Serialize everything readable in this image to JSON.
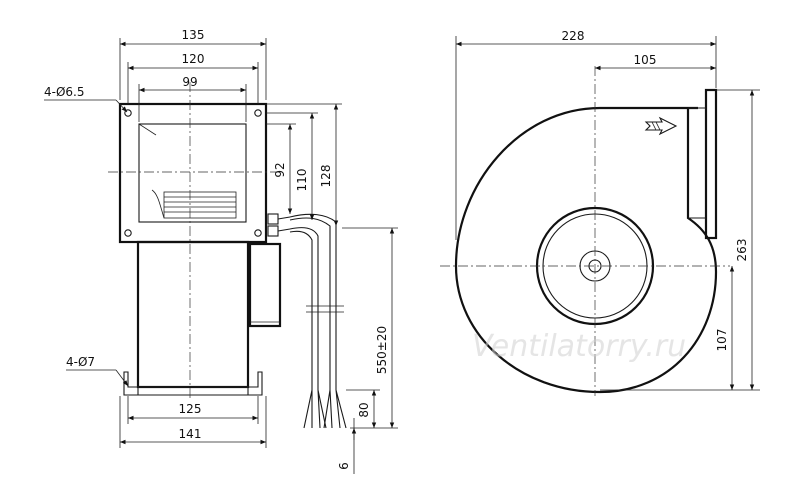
{
  "front_view": {
    "dims": {
      "w135": "135",
      "w120": "120",
      "w99": "99",
      "holes_top": "4-Ø6.5",
      "h92": "92",
      "h110": "110",
      "h128": "128",
      "cable": "550±20",
      "strip80": "80",
      "strip6": "6",
      "holes_base": "4-Ø7",
      "w125": "125",
      "w141": "141"
    }
  },
  "side_view": {
    "dims": {
      "w228": "228",
      "w105": "105",
      "h263": "263",
      "h107": "107"
    }
  },
  "watermark": "Ventilatorry.ru"
}
